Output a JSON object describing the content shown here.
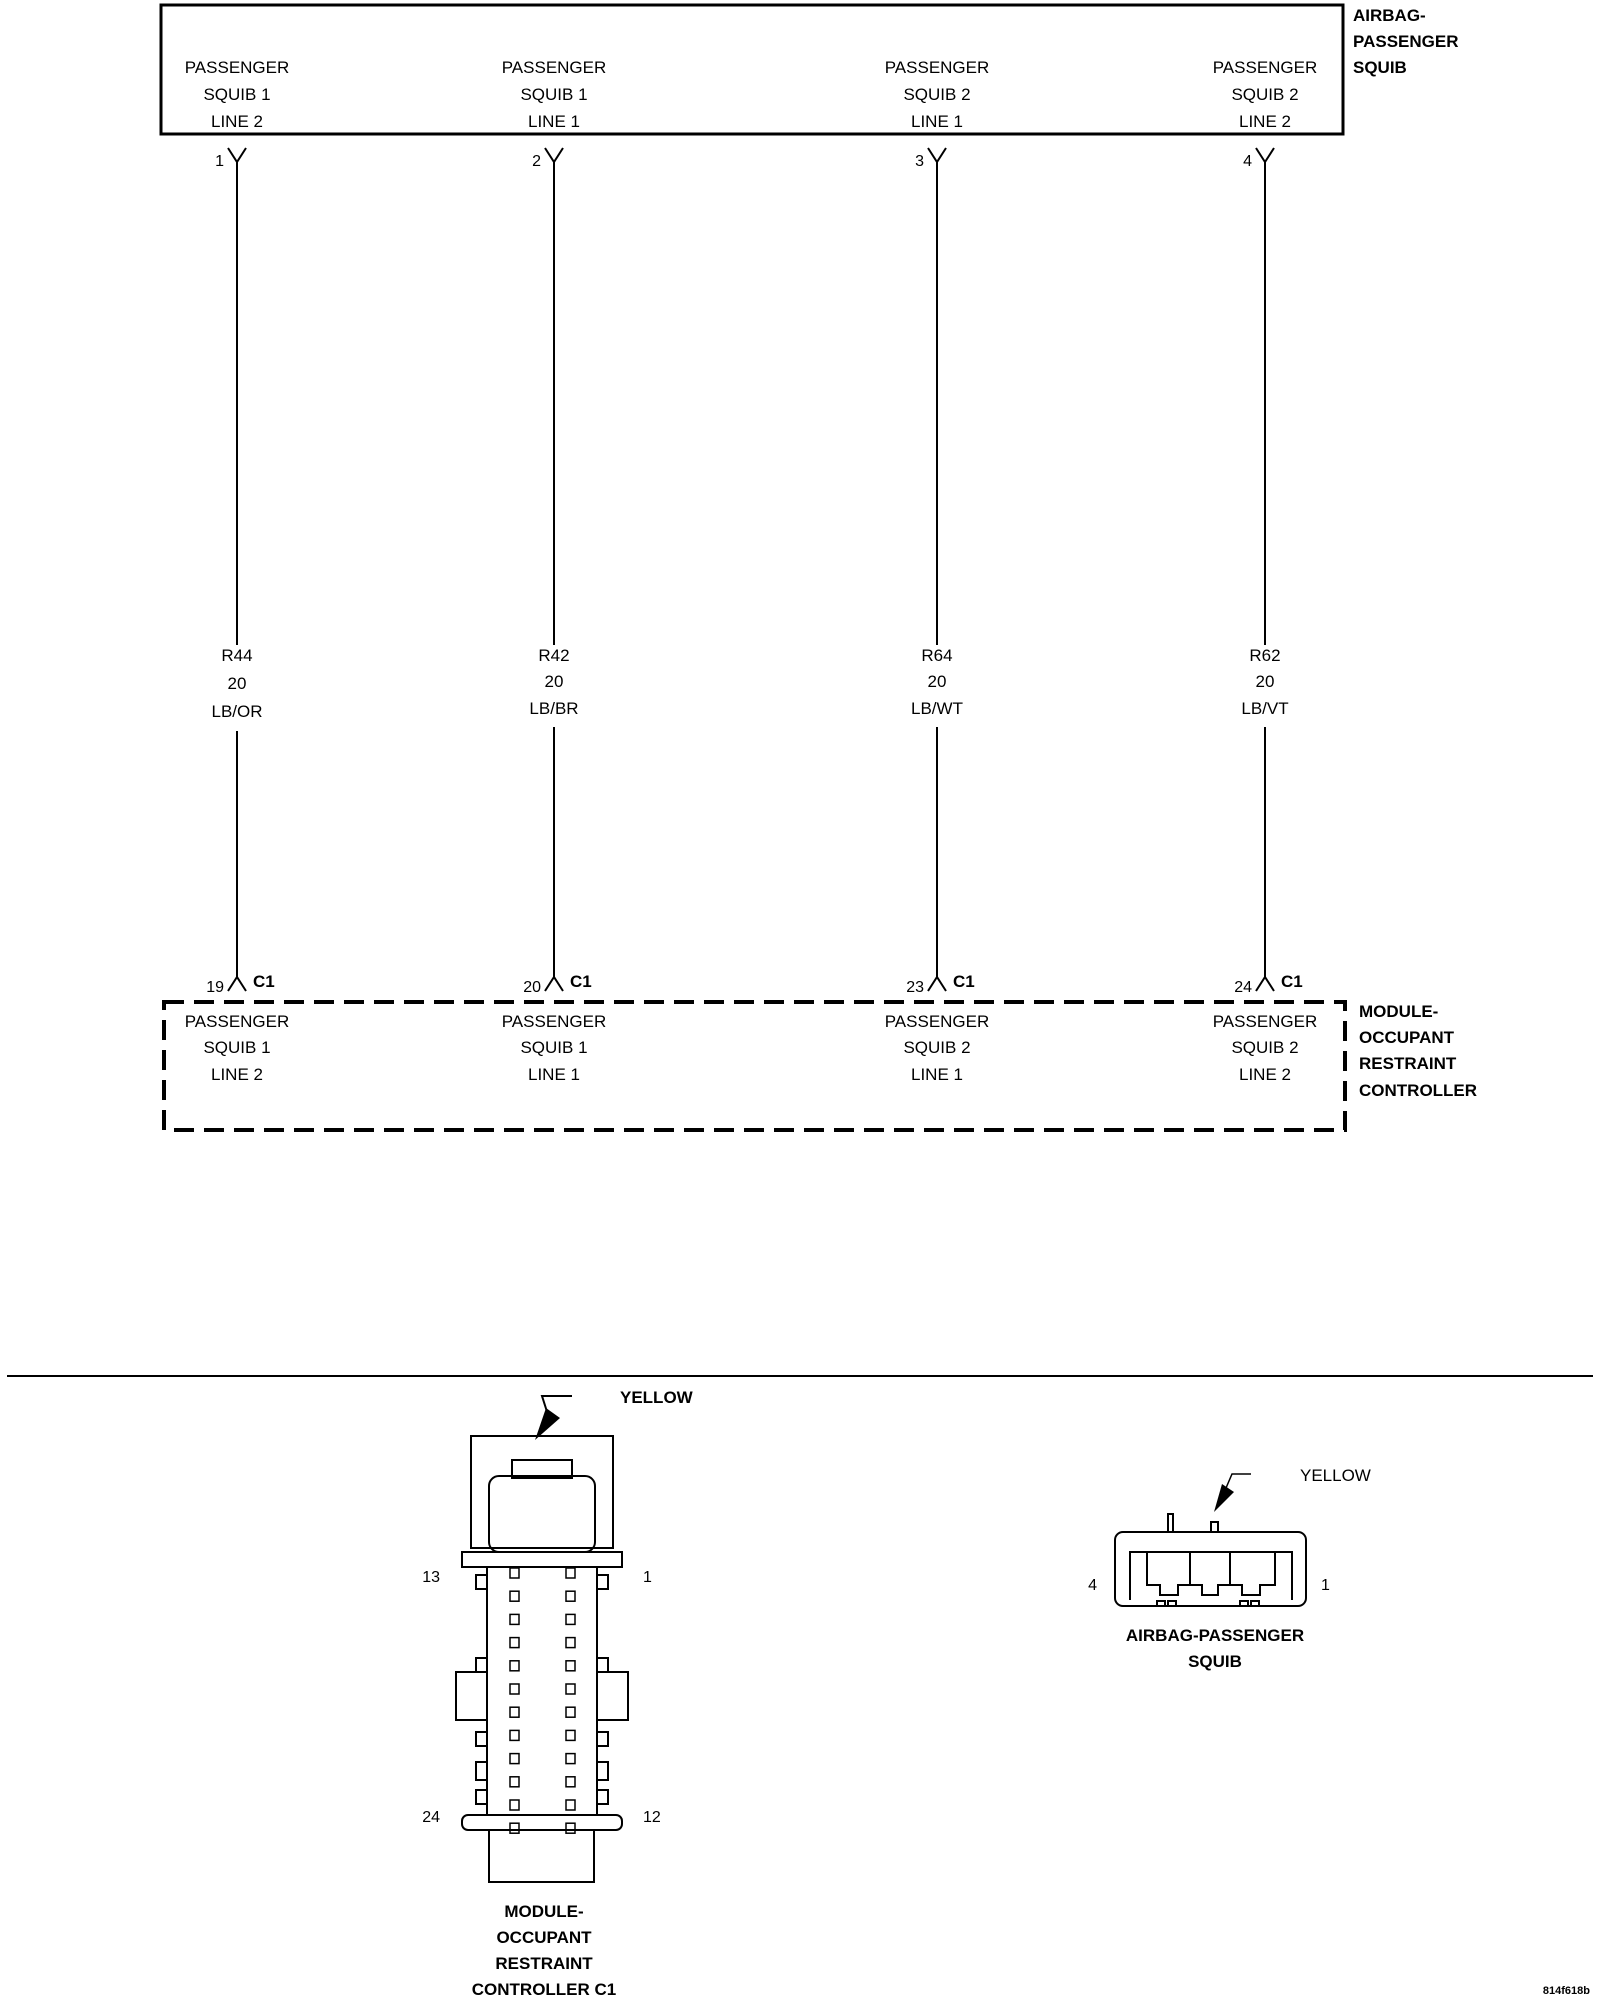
{
  "top_component": {
    "title": [
      "AIRBAG-",
      "PASSENGER",
      "SQUIB"
    ],
    "pins": [
      {
        "lines": [
          "PASSENGER",
          "SQUIB 1",
          "LINE 2"
        ],
        "pin": "1"
      },
      {
        "lines": [
          "PASSENGER",
          "SQUIB 1",
          "LINE 1"
        ],
        "pin": "2"
      },
      {
        "lines": [
          "PASSENGER",
          "SQUIB 2",
          "LINE 1"
        ],
        "pin": "3"
      },
      {
        "lines": [
          "PASSENGER",
          "SQUIB 2",
          "LINE 2"
        ],
        "pin": "4"
      }
    ]
  },
  "wires": [
    {
      "circuit": "R44",
      "gauge": "20",
      "color": "LB/OR"
    },
    {
      "circuit": "R42",
      "gauge": "20",
      "color": "LB/BR"
    },
    {
      "circuit": "R64",
      "gauge": "20",
      "color": "LB/WT"
    },
    {
      "circuit": "R62",
      "gauge": "20",
      "color": "LB/VT"
    }
  ],
  "bottom_component": {
    "title": [
      "MODULE-",
      "OCCUPANT",
      "RESTRAINT",
      "CONTROLLER"
    ],
    "connector": "C1",
    "pins": [
      {
        "lines": [
          "PASSENGER",
          "SQUIB 1",
          "LINE 2"
        ],
        "pin": "19"
      },
      {
        "lines": [
          "PASSENGER",
          "SQUIB 1",
          "LINE 1"
        ],
        "pin": "20"
      },
      {
        "lines": [
          "PASSENGER",
          "SQUIB 2",
          "LINE 1"
        ],
        "pin": "23"
      },
      {
        "lines": [
          "PASSENGER",
          "SQUIB 2",
          "LINE 2"
        ],
        "pin": "24"
      }
    ]
  },
  "connector_views": {
    "orc_c1": {
      "color_label": "YELLOW",
      "pin_labels": {
        "top_left": "13",
        "top_right": "1",
        "bottom_left": "24",
        "bottom_right": "12"
      },
      "title": [
        "MODULE-",
        "OCCUPANT",
        "RESTRAINT",
        "CONTROLLER C1"
      ]
    },
    "squib": {
      "color_label": "YELLOW",
      "pin_labels": {
        "left": "4",
        "right": "1"
      },
      "title": [
        "AIRBAG-PASSENGER",
        "SQUIB"
      ]
    }
  },
  "figure_id": "814f618b"
}
